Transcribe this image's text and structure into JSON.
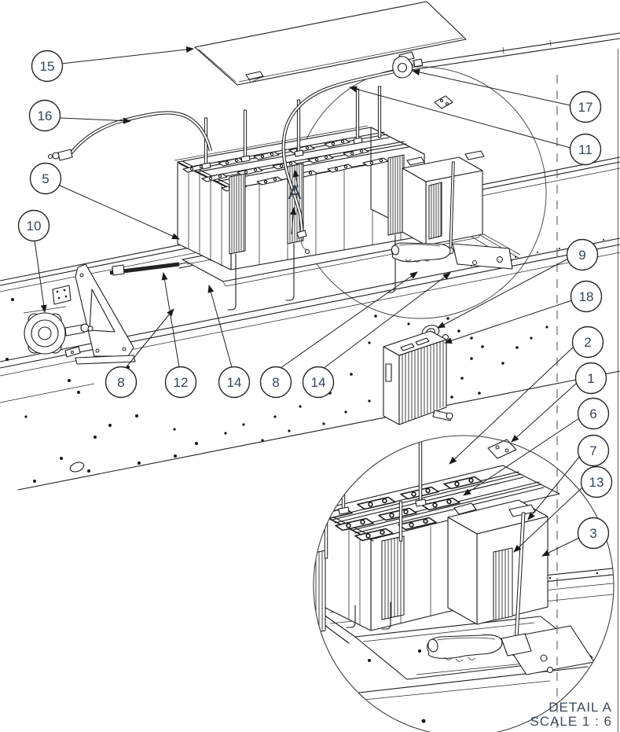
{
  "drawing": {
    "section_label": "A",
    "detail": {
      "title": "DETAIL A",
      "scale": "SCALE 1 : 6"
    },
    "colors": {
      "line": "#1c1c1c",
      "balloon_text": "#31445c",
      "annotation_text": "#3b4b5e",
      "background": "#ffffff"
    },
    "callouts": [
      {
        "label": "15"
      },
      {
        "label": "16"
      },
      {
        "label": "5"
      },
      {
        "label": "10"
      },
      {
        "label": "8"
      },
      {
        "label": "12"
      },
      {
        "label": "14"
      },
      {
        "label": "8"
      },
      {
        "label": "14"
      },
      {
        "label": "17"
      },
      {
        "label": "11"
      },
      {
        "label": "9"
      },
      {
        "label": "18"
      },
      {
        "label": "2"
      },
      {
        "label": "1"
      },
      {
        "label": "6"
      },
      {
        "label": "7"
      },
      {
        "label": "13"
      },
      {
        "label": "3"
      }
    ]
  }
}
